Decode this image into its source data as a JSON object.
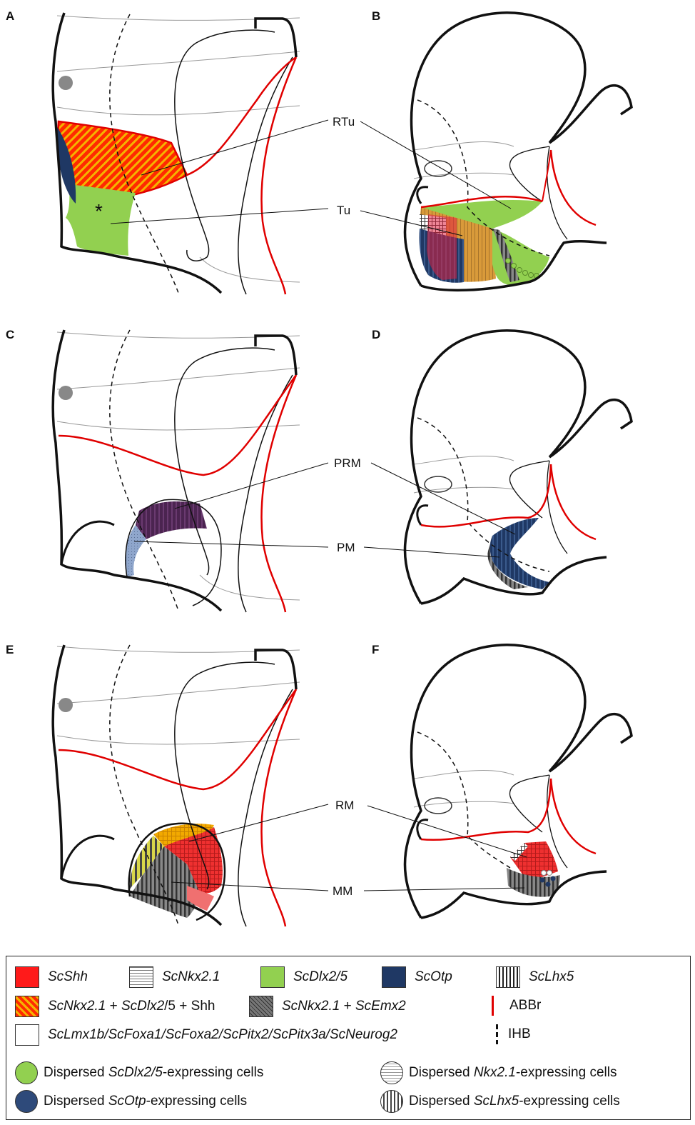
{
  "panels": {
    "a": {
      "letter": "A"
    },
    "b": {
      "letter": "B"
    },
    "c": {
      "letter": "C"
    },
    "d": {
      "letter": "D"
    },
    "e": {
      "letter": "E"
    },
    "f": {
      "letter": "F"
    }
  },
  "labels": {
    "rtu": "RTu",
    "tu": "Tu",
    "prm": "PRM",
    "pm": "PM",
    "rm": "RM",
    "mm": "MM",
    "asterisk": "*"
  },
  "legend": {
    "shh": "ScShh",
    "nkx21": "ScNkx2.1",
    "dlx25": "ScDlx2/5",
    "otp": "ScOtp",
    "lhx5": "ScLhx5",
    "combo_nkx": "ScNkx2.1",
    "combo_plus1": " + ",
    "combo_dlx": "ScDlx2",
    "combo_rest": "/5 + Shh",
    "emx_nkx": "ScNkx2.1",
    "emx_plus": " + ",
    "emx_emx": "ScEmx2",
    "grid_genes": "ScLmx1b/ScFoxa1/ScFoxa2/ScPitx2/ScPitx3a/ScNeurog2",
    "abbr": "ABBr",
    "ihb": "IHB",
    "disp_dlx_pre": "Dispersed ",
    "disp_dlx_gene": "ScDlx2/5",
    "disp_dlx_post": "-expressing cells",
    "disp_otp_pre": "Dispersed ",
    "disp_otp_gene": "ScOtp",
    "disp_otp_post": "-expressing cells",
    "disp_nkx_pre": "Dispersed ",
    "disp_nkx_gene": "Nkx2.1",
    "disp_nkx_post": "-expressing cells",
    "disp_lhx_pre": "Dispersed ",
    "disp_lhx_gene": "ScLhx5",
    "disp_lhx_post": "-expressing cells"
  },
  "colors": {
    "shh": "#ff1a1a",
    "dlx": "#92d050",
    "otp": "#1f3864",
    "abbr": "#e00000",
    "orange": "#f4b400",
    "purple": "#4b2450"
  }
}
